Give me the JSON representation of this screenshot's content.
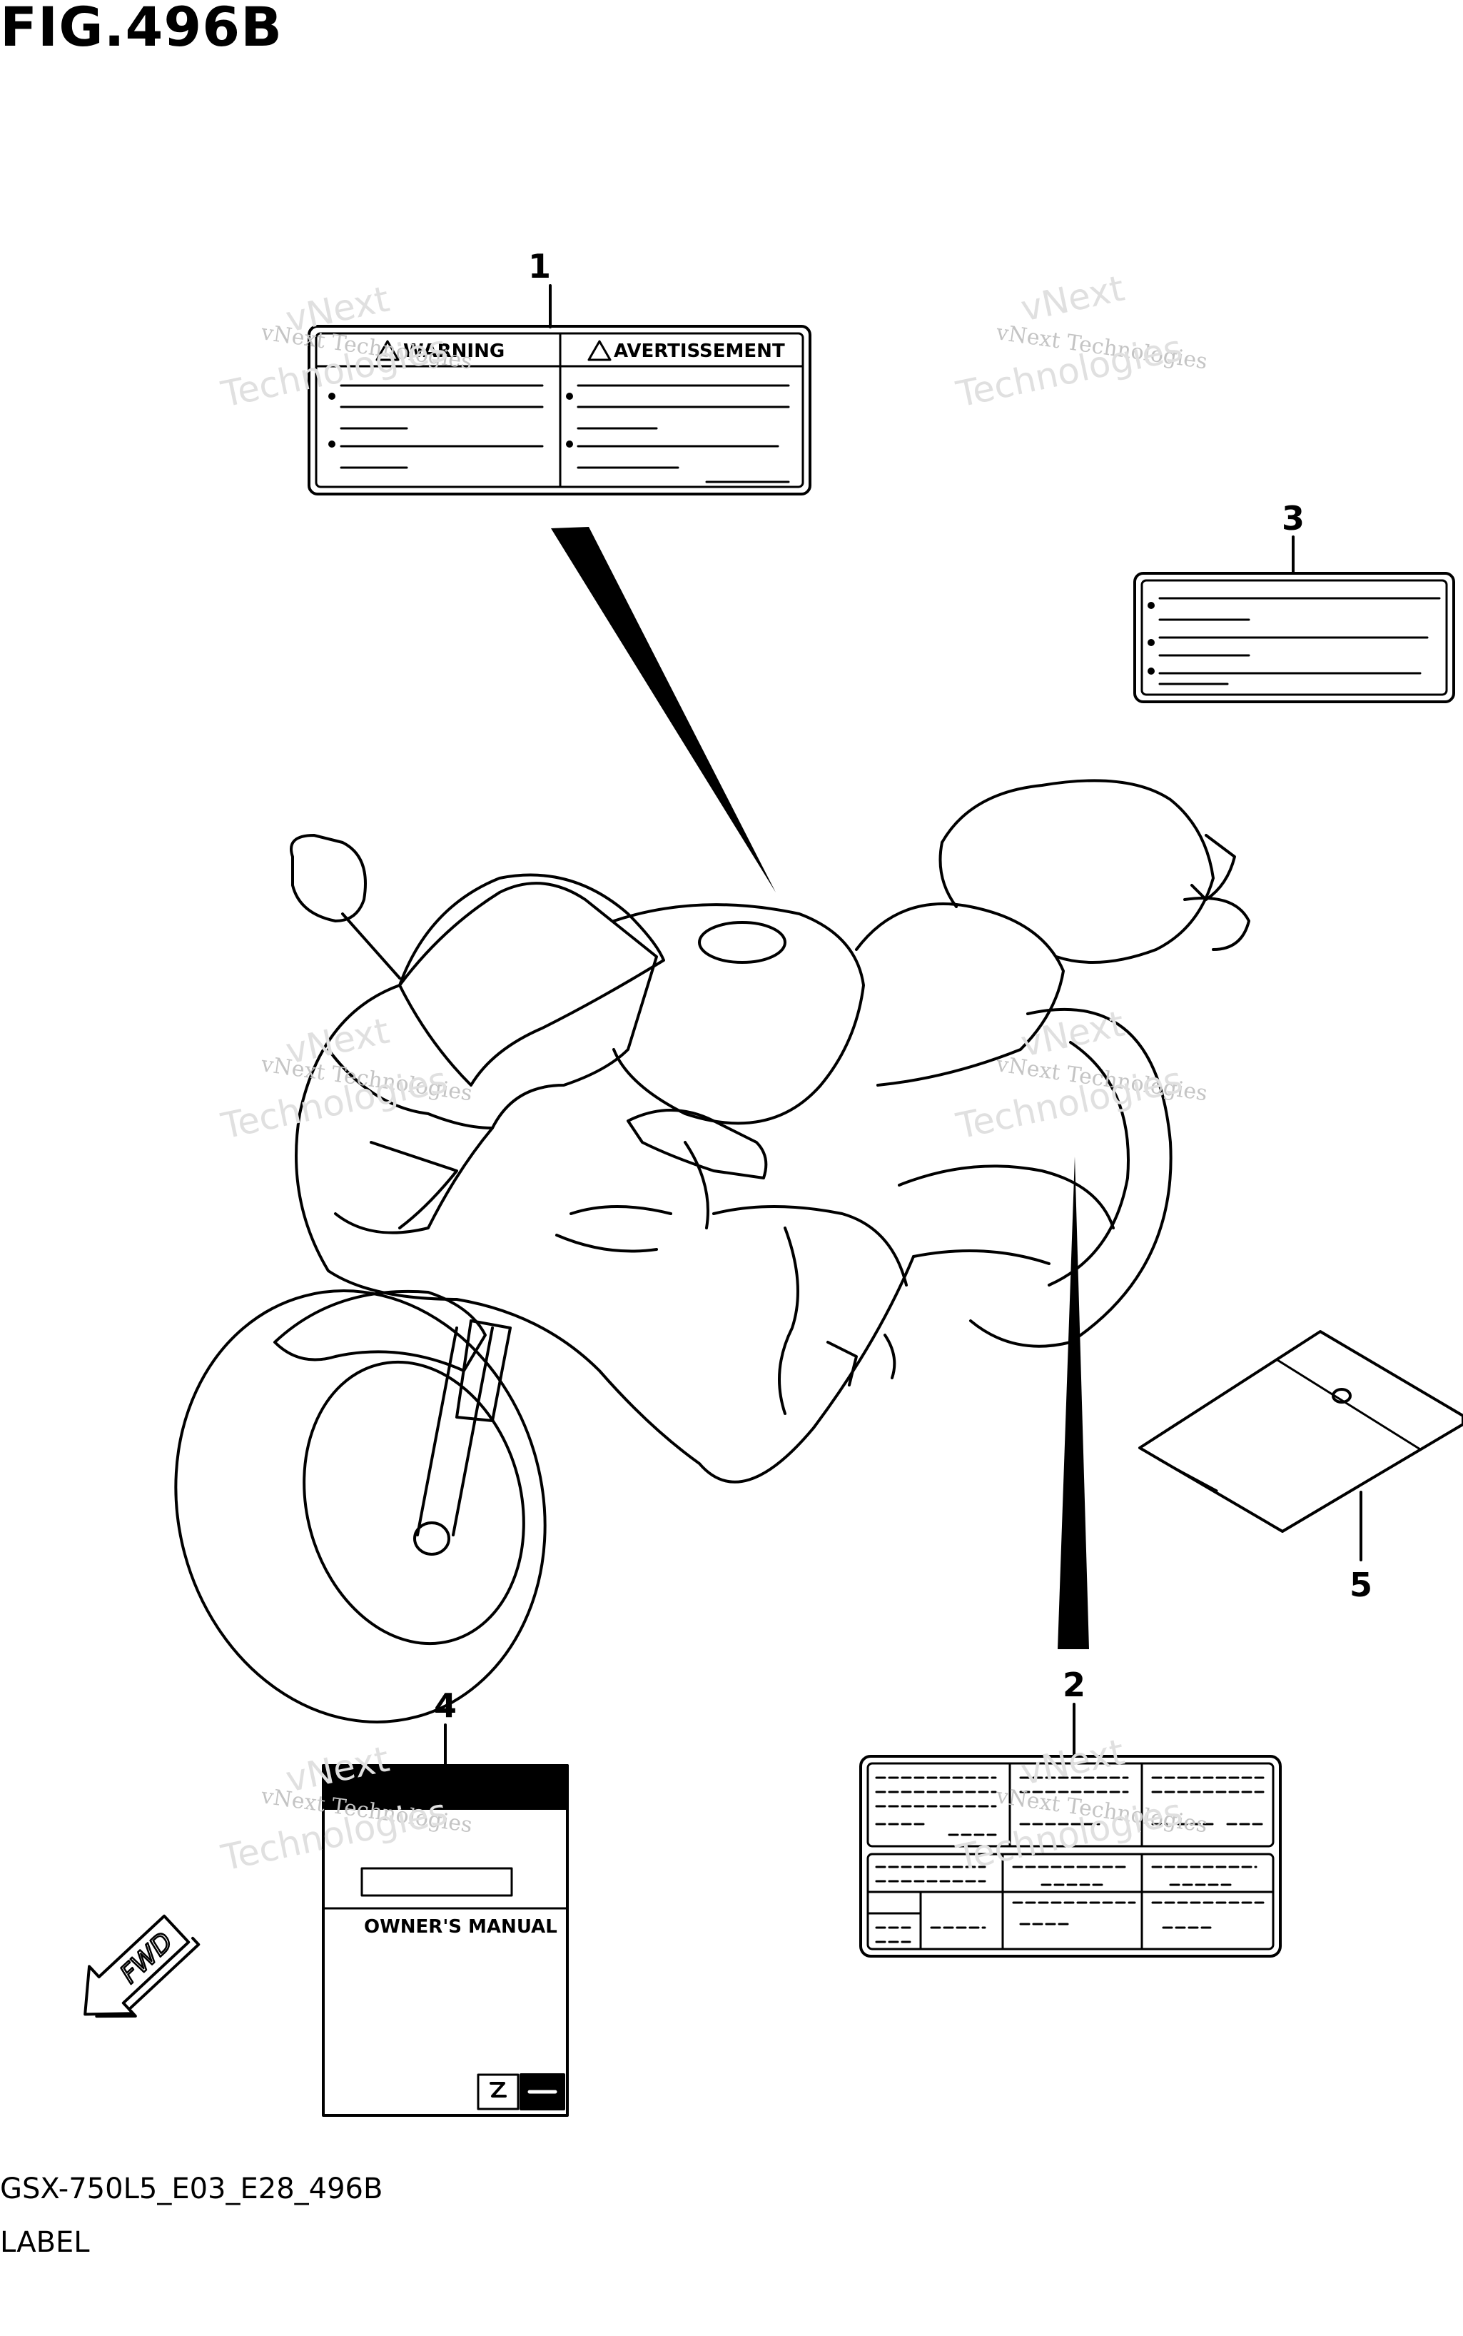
{
  "figure": {
    "title": "FIG.496B",
    "code": "GSX-750L5_E03_E28_496B",
    "subtitle": "LABEL"
  },
  "callouts": [
    "1",
    "2",
    "3",
    "4",
    "5"
  ],
  "label_1": {
    "left_heading": "WARNING",
    "right_heading": "AVERTISSEMENT"
  },
  "label_4": {
    "title": "OWNER'S MANUAL"
  },
  "fwd_arrow": {
    "text": "FWD"
  },
  "watermark": {
    "line1": "vNext Technologies",
    "line2": "Technologies",
    "top": "vNext"
  }
}
